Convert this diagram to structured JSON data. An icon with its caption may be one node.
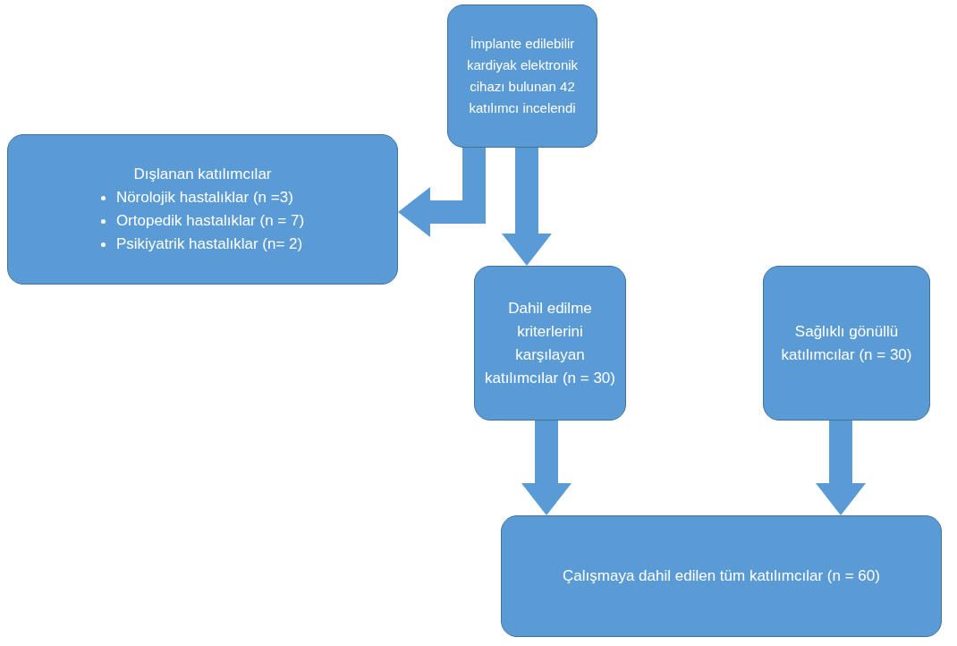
{
  "diagram": {
    "nodes": [
      {
        "text": [
          "İmplante edilebilir kardiyak elektronik cihazı bulunan 42 katılımcı incelendi"
        ]
      },
      {
        "text": [
          "Dışlanan katılımcılar",
          "Nörolojik hastalıklar (n =3)",
          "Ortopedik hastalıklar (n = 7)",
          "Psikiyatrik hastalıklar (n= 2)"
        ]
      },
      {
        "text": [
          "Dahil edilme kriterlerini karşılayan katılımcılar (n = 30)"
        ]
      },
      {
        "text": [
          "Sağlıklı gönüllü katılımcılar (n = 30)"
        ]
      },
      {
        "text": [
          "Çalışmaya dahil edilen tüm katılımcılar (n = 60)"
        ]
      }
    ],
    "edges": [
      {
        "from": 0,
        "to": 1,
        "arrow": "to"
      },
      {
        "from": 0,
        "to": 2,
        "arrow": "to"
      },
      {
        "from": 2,
        "to": 4,
        "arrow": "to"
      },
      {
        "from": 3,
        "to": 4,
        "arrow": "to"
      }
    ]
  }
}
